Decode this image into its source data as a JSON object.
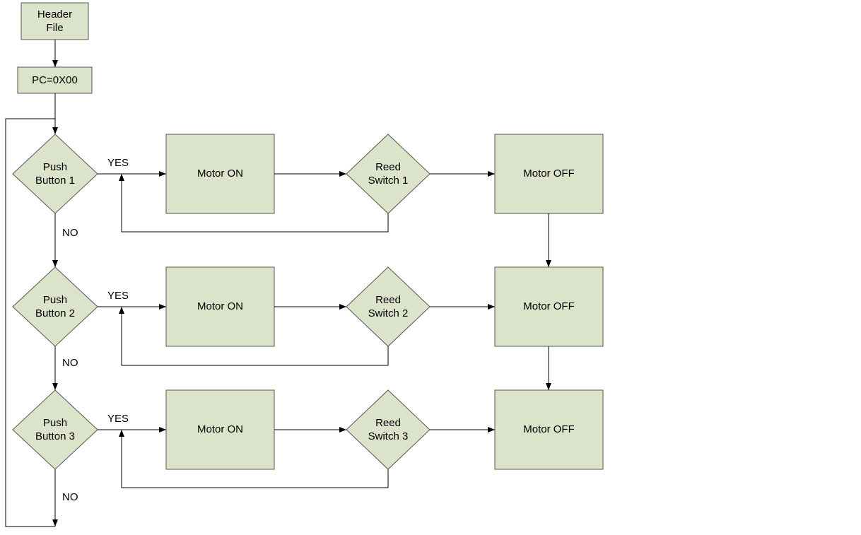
{
  "diagram": {
    "type": "flowchart",
    "colors": {
      "node_fill": "#dce3cb",
      "node_border": "#55554c",
      "line": "#000000",
      "background": "#ffffff"
    },
    "start": {
      "header_file": "Header\nFile",
      "pc_init": "PC=0X00"
    },
    "rows": [
      {
        "decision": "Push\nButton 1",
        "yes_label": "YES",
        "no_label": "NO",
        "motor_on": "Motor ON",
        "reed_switch": "Reed\nSwitch 1",
        "motor_off": "Motor OFF"
      },
      {
        "decision": "Push\nButton 2",
        "yes_label": "YES",
        "no_label": "NO",
        "motor_on": "Motor ON",
        "reed_switch": "Reed\nSwitch 2",
        "motor_off": "Motor OFF"
      },
      {
        "decision": "Push\nButton 3",
        "yes_label": "YES",
        "no_label": "NO",
        "motor_on": "Motor ON",
        "reed_switch": "Reed\nSwitch 3",
        "motor_off": "Motor OFF"
      }
    ]
  }
}
